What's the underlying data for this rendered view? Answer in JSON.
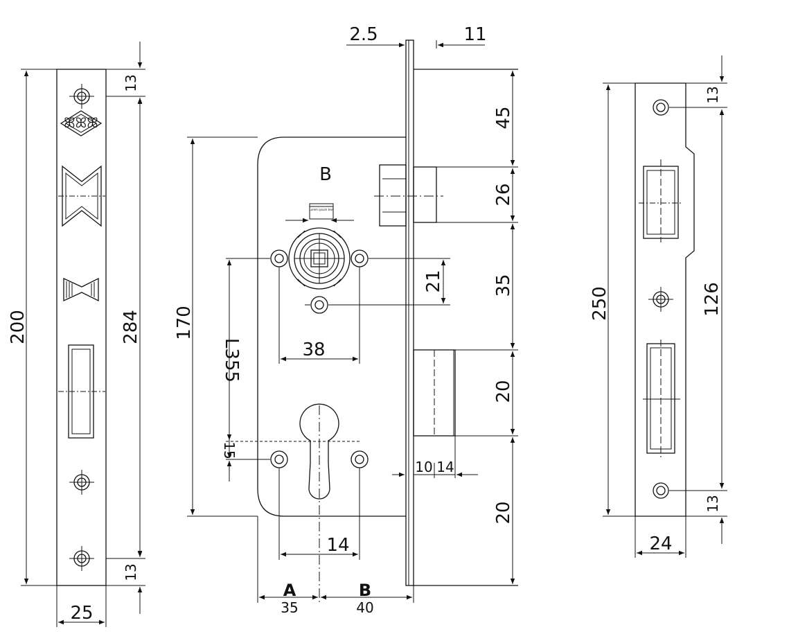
{
  "faceplate": {
    "dim_height": "200",
    "dim_length": "284",
    "dim_top": "13",
    "dim_bottom": "13",
    "dim_width": "25"
  },
  "lock_body": {
    "label_top": "B",
    "dim_body_height": "170",
    "dim_backset_vertical": "L355",
    "dim_15": "15",
    "dim_38": "38",
    "dim_14": "14",
    "dim_21": "21",
    "dim_2_5": "2.5",
    "dim_11": "11",
    "dim_45": "45",
    "dim_26": "26",
    "dim_35": "35",
    "dim_20a": "20",
    "dim_20b": "20",
    "dim_10": "10",
    "dim_14b": "14",
    "side_a_label": "A",
    "side_a_value": "35",
    "side_b_label": "B",
    "side_b_value": "40",
    "tiny_label": "Lorem ipsum text"
  },
  "strike_plate": {
    "dim_height": "250",
    "dim_length": "126",
    "dim_top": "13",
    "dim_bottom": "13",
    "dim_width": "24"
  }
}
